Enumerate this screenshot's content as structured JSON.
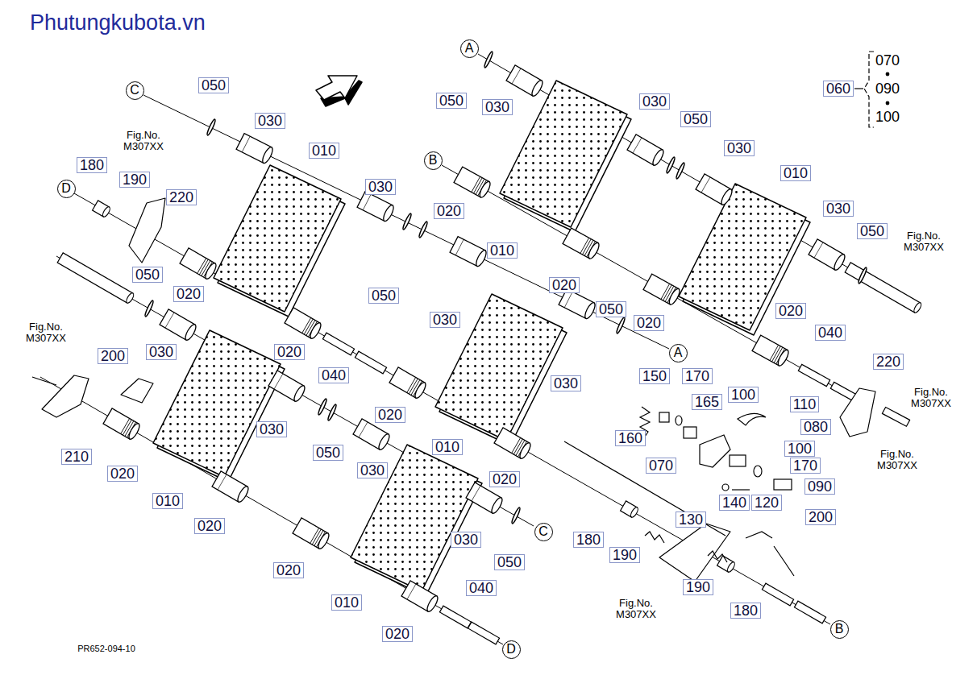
{
  "diagram": {
    "nodes": [
      {
        "text": [
          "060"
        ]
      },
      {
        "text": [
          "A"
        ]
      },
      {
        "text": [
          "050"
        ]
      },
      {
        "text": [
          "C"
        ]
      },
      {
        "text": [
          "050"
        ]
      },
      {
        "text": [
          "030"
        ]
      },
      {
        "text": [
          "030"
        ]
      },
      {
        "text": [
          "050"
        ]
      },
      {
        "text": [
          "030"
        ]
      },
      {
        "text": [
          "030"
        ]
      },
      {
        "text": [
          "010"
        ]
      },
      {
        "text": [
          "B"
        ]
      },
      {
        "text": [
          "180"
        ]
      },
      {
        "text": [
          "190"
        ]
      },
      {
        "text": [
          "010"
        ]
      },
      {
        "text": [
          "030"
        ]
      },
      {
        "text": [
          "D"
        ]
      },
      {
        "text": [
          "220"
        ]
      },
      {
        "text": [
          "030"
        ]
      },
      {
        "text": [
          "020"
        ]
      },
      {
        "text": [
          "050"
        ]
      },
      {
        "text": [
          "010"
        ]
      },
      {
        "text": [
          "050"
        ]
      },
      {
        "text": [
          "020"
        ]
      },
      {
        "text": [
          "020"
        ]
      },
      {
        "text": [
          "050"
        ]
      },
      {
        "text": [
          "050"
        ]
      },
      {
        "text": [
          "020"
        ]
      },
      {
        "text": [
          "030"
        ]
      },
      {
        "text": [
          "020"
        ]
      },
      {
        "text": [
          "040"
        ]
      },
      {
        "text": [
          "020"
        ]
      },
      {
        "text": [
          "030"
        ]
      },
      {
        "text": [
          "A"
        ]
      },
      {
        "text": [
          "200"
        ]
      },
      {
        "text": [
          "220"
        ]
      },
      {
        "text": [
          "040"
        ]
      },
      {
        "text": [
          "150"
        ]
      },
      {
        "text": [
          "170"
        ]
      },
      {
        "text": [
          "030"
        ]
      },
      {
        "text": [
          "100"
        ]
      },
      {
        "text": [
          "165"
        ]
      },
      {
        "text": [
          "110"
        ]
      },
      {
        "text": [
          "020"
        ]
      },
      {
        "text": [
          "080"
        ]
      },
      {
        "text": [
          "030"
        ]
      },
      {
        "text": [
          "160"
        ]
      },
      {
        "text": [
          "010"
        ]
      },
      {
        "text": [
          "100"
        ]
      },
      {
        "text": [
          "050"
        ]
      },
      {
        "text": [
          "210"
        ]
      },
      {
        "text": [
          "070"
        ]
      },
      {
        "text": [
          "170"
        ]
      },
      {
        "text": [
          "030"
        ]
      },
      {
        "text": [
          "020"
        ]
      },
      {
        "text": [
          "020"
        ]
      },
      {
        "text": [
          "090"
        ]
      },
      {
        "text": [
          "010"
        ]
      },
      {
        "text": [
          "140"
        ]
      },
      {
        "text": [
          "120"
        ]
      },
      {
        "text": [
          "200"
        ]
      },
      {
        "text": [
          "130"
        ]
      },
      {
        "text": [
          "020"
        ]
      },
      {
        "text": [
          "C"
        ]
      },
      {
        "text": [
          "030"
        ]
      },
      {
        "text": [
          "180"
        ]
      },
      {
        "text": [
          "050"
        ]
      },
      {
        "text": [
          "190"
        ]
      },
      {
        "text": [
          "020"
        ]
      },
      {
        "text": [
          "190"
        ]
      },
      {
        "text": [
          "040"
        ]
      },
      {
        "text": [
          "010"
        ]
      },
      {
        "text": [
          "180"
        ]
      },
      {
        "text": [
          "B"
        ]
      },
      {
        "text": [
          "020"
        ]
      },
      {
        "text": [
          "D"
        ]
      }
    ],
    "labels": [
      "Phutungkubota.vn",
      "Fig.No. M307XX",
      "070",
      "090",
      "100",
      "Fig.No. M307XX",
      "Fig.No. M307XX",
      "Fig.No. M307XX",
      "Fig.No. M307XX",
      "Fig.No. M307XX",
      "PR652-094-10"
    ]
  }
}
